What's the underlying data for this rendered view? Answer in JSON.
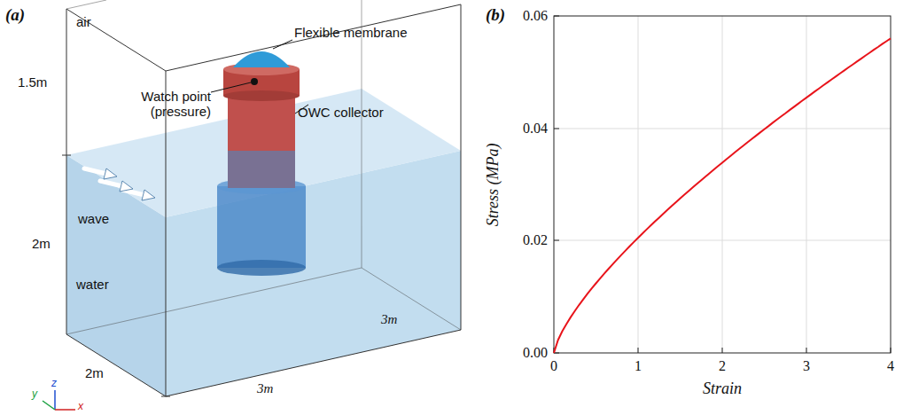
{
  "diagram": {
    "labels": [
      "(a)",
      "air",
      "1.5m",
      "2m",
      "water",
      "wave",
      "2m",
      "3m",
      "3m",
      "Flexible membrane",
      "Watch point (pressure)",
      "OWC collector",
      "y",
      "z",
      "x",
      "(b)",
      "0.06",
      "0.04",
      "0.02",
      "0.00",
      "0",
      "1",
      "2",
      "3",
      "4",
      "Stress (MPa)",
      "Strain"
    ]
  }
}
